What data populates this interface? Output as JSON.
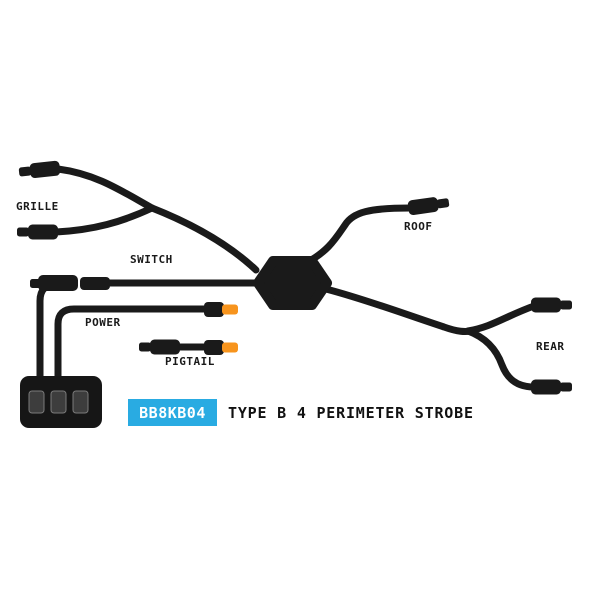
{
  "diagram": {
    "labels": {
      "grille": "GRILLE",
      "switch": "SWITCH",
      "power": "POWER",
      "pigtail": "PIGTAIL",
      "roof": "ROOF",
      "rear": "REAR"
    },
    "footer": {
      "part_number": "BB8KB04",
      "title": "TYPE B 4 PERIMETER STROBE"
    },
    "colors": {
      "wire_black": "#1a1a1a",
      "badge_background": "#29ABE2",
      "badge_text": "#FFFFFF",
      "orange_tip": "#F7941D",
      "background": "#FFFFFF"
    }
  }
}
